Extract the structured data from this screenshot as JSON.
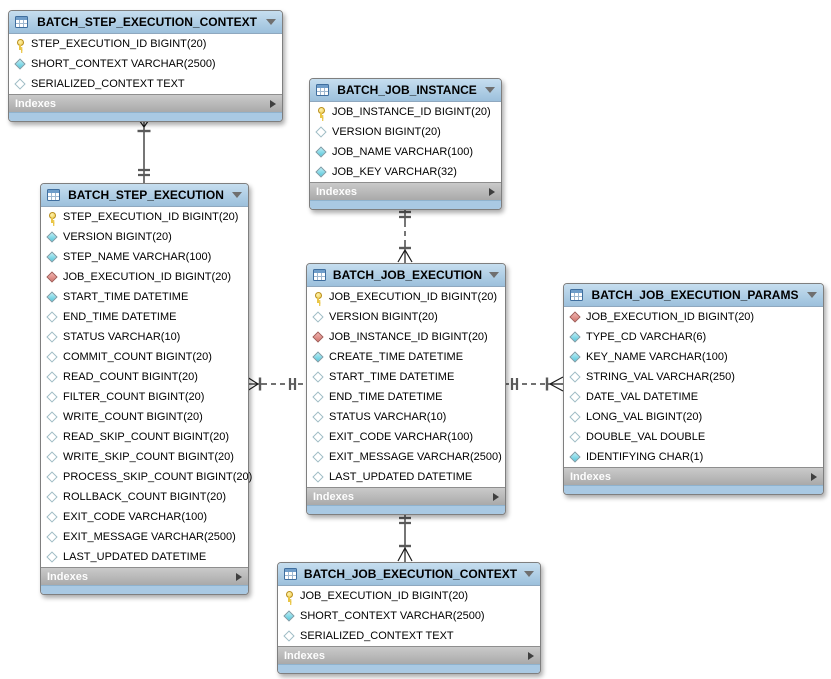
{
  "diagram": {
    "tables": [
      {
        "name": "BATCH_STEP_EXECUTION_CONTEXT",
        "footer": "Indexes",
        "columns": [
          {
            "icon": "key",
            "label": "STEP_EXECUTION_ID BIGINT(20)"
          },
          {
            "icon": "diamond-filled",
            "label": "SHORT_CONTEXT VARCHAR(2500)"
          },
          {
            "icon": "diamond-open",
            "label": "SERIALIZED_CONTEXT TEXT"
          }
        ]
      },
      {
        "name": "BATCH_JOB_INSTANCE",
        "footer": "Indexes",
        "columns": [
          {
            "icon": "key",
            "label": "JOB_INSTANCE_ID BIGINT(20)"
          },
          {
            "icon": "diamond-open",
            "label": "VERSION BIGINT(20)"
          },
          {
            "icon": "diamond-filled",
            "label": "JOB_NAME VARCHAR(100)"
          },
          {
            "icon": "diamond-filled",
            "label": "JOB_KEY VARCHAR(32)"
          }
        ]
      },
      {
        "name": "BATCH_STEP_EXECUTION",
        "footer": "Indexes",
        "columns": [
          {
            "icon": "key",
            "label": "STEP_EXECUTION_ID BIGINT(20)"
          },
          {
            "icon": "diamond-filled",
            "label": "VERSION BIGINT(20)"
          },
          {
            "icon": "diamond-filled",
            "label": "STEP_NAME VARCHAR(100)"
          },
          {
            "icon": "diamond-red",
            "label": "JOB_EXECUTION_ID BIGINT(20)"
          },
          {
            "icon": "diamond-filled",
            "label": "START_TIME DATETIME"
          },
          {
            "icon": "diamond-open",
            "label": "END_TIME DATETIME"
          },
          {
            "icon": "diamond-open",
            "label": "STATUS VARCHAR(10)"
          },
          {
            "icon": "diamond-open",
            "label": "COMMIT_COUNT BIGINT(20)"
          },
          {
            "icon": "diamond-open",
            "label": "READ_COUNT BIGINT(20)"
          },
          {
            "icon": "diamond-open",
            "label": "FILTER_COUNT BIGINT(20)"
          },
          {
            "icon": "diamond-open",
            "label": "WRITE_COUNT BIGINT(20)"
          },
          {
            "icon": "diamond-open",
            "label": "READ_SKIP_COUNT BIGINT(20)"
          },
          {
            "icon": "diamond-open",
            "label": "WRITE_SKIP_COUNT BIGINT(20)"
          },
          {
            "icon": "diamond-open",
            "label": "PROCESS_SKIP_COUNT BIGINT(20)"
          },
          {
            "icon": "diamond-open",
            "label": "ROLLBACK_COUNT BIGINT(20)"
          },
          {
            "icon": "diamond-open",
            "label": "EXIT_CODE VARCHAR(100)"
          },
          {
            "icon": "diamond-open",
            "label": "EXIT_MESSAGE VARCHAR(2500)"
          },
          {
            "icon": "diamond-open",
            "label": "LAST_UPDATED DATETIME"
          }
        ]
      },
      {
        "name": "BATCH_JOB_EXECUTION",
        "footer": "Indexes",
        "columns": [
          {
            "icon": "key",
            "label": "JOB_EXECUTION_ID BIGINT(20)"
          },
          {
            "icon": "diamond-open",
            "label": "VERSION BIGINT(20)"
          },
          {
            "icon": "diamond-red",
            "label": "JOB_INSTANCE_ID BIGINT(20)"
          },
          {
            "icon": "diamond-filled",
            "label": "CREATE_TIME DATETIME"
          },
          {
            "icon": "diamond-open",
            "label": "START_TIME DATETIME"
          },
          {
            "icon": "diamond-open",
            "label": "END_TIME DATETIME"
          },
          {
            "icon": "diamond-open",
            "label": "STATUS VARCHAR(10)"
          },
          {
            "icon": "diamond-open",
            "label": "EXIT_CODE VARCHAR(100)"
          },
          {
            "icon": "diamond-open",
            "label": "EXIT_MESSAGE VARCHAR(2500)"
          },
          {
            "icon": "diamond-open",
            "label": "LAST_UPDATED DATETIME"
          }
        ]
      },
      {
        "name": "BATCH_JOB_EXECUTION_PARAMS",
        "footer": "Indexes",
        "columns": [
          {
            "icon": "diamond-red",
            "label": "JOB_EXECUTION_ID BIGINT(20)"
          },
          {
            "icon": "diamond-filled",
            "label": "TYPE_CD VARCHAR(6)"
          },
          {
            "icon": "diamond-filled",
            "label": "KEY_NAME VARCHAR(100)"
          },
          {
            "icon": "diamond-open",
            "label": "STRING_VAL VARCHAR(250)"
          },
          {
            "icon": "diamond-open",
            "label": "DATE_VAL DATETIME"
          },
          {
            "icon": "diamond-open",
            "label": "LONG_VAL BIGINT(20)"
          },
          {
            "icon": "diamond-open",
            "label": "DOUBLE_VAL DOUBLE"
          },
          {
            "icon": "diamond-filled",
            "label": "IDENTIFYING CHAR(1)"
          }
        ]
      },
      {
        "name": "BATCH_JOB_EXECUTION_CONTEXT",
        "footer": "Indexes",
        "columns": [
          {
            "icon": "key",
            "label": "JOB_EXECUTION_ID BIGINT(20)"
          },
          {
            "icon": "diamond-filled",
            "label": "SHORT_CONTEXT VARCHAR(2500)"
          },
          {
            "icon": "diamond-open",
            "label": "SERIALIZED_CONTEXT TEXT"
          }
        ]
      }
    ],
    "relationships": [
      {
        "table_a": "BATCH_STEP_EXECUTION_CONTEXT",
        "table_b": "BATCH_STEP_EXECUTION",
        "line": "solid",
        "end_a": "many",
        "end_b": "one"
      },
      {
        "table_a": "BATCH_JOB_INSTANCE",
        "table_b": "BATCH_JOB_EXECUTION",
        "line": "dashed",
        "end_a": "one",
        "end_b": "many"
      },
      {
        "table_a": "BATCH_STEP_EXECUTION",
        "table_b": "BATCH_JOB_EXECUTION",
        "line": "dashed",
        "end_a": "many",
        "end_b": "one"
      },
      {
        "table_a": "BATCH_JOB_EXECUTION",
        "table_b": "BATCH_JOB_EXECUTION_PARAMS",
        "line": "dashed",
        "end_a": "one",
        "end_b": "many"
      },
      {
        "table_a": "BATCH_JOB_EXECUTION",
        "table_b": "BATCH_JOB_EXECUTION_CONTEXT",
        "line": "solid",
        "end_a": "one",
        "end_b": "many"
      }
    ],
    "colors": {
      "table_header": "#aecbe3",
      "table_bottom_strip": "#a9c9e3",
      "indexes_bar": "#b8b8b8",
      "indexes_text": "#ffffff",
      "row_text": "#000000",
      "key_icon": "#f2cd4e",
      "not_null_diamond": "#79d4e4",
      "nullable_diamond": "#ffffff",
      "foreign_key_diamond": "#dd837e",
      "connector": "#1c1c1c",
      "background": "#ffffff"
    }
  }
}
